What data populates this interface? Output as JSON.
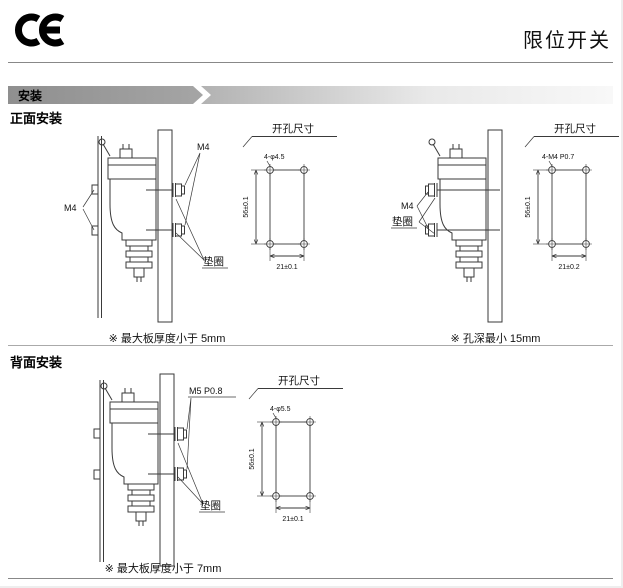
{
  "page": {
    "title": "限位开关",
    "banner": "安装",
    "logo": "CE"
  },
  "front": {
    "heading": "正面安装",
    "left": {
      "label_m4_top": "M4",
      "label_m4_left": "M4",
      "label_washer": "垫圈",
      "dim_title": "开孔尺寸",
      "dim_hole": "4-φ4.5",
      "dim_height": "56±0.1",
      "dim_width": "21±0.1",
      "note": "※ 最大板厚度小于 5mm"
    },
    "right": {
      "label_m4": "M4",
      "label_washer": "垫圈",
      "dim_title": "开孔尺寸",
      "dim_hole": "4-M4 P0.7",
      "dim_height": "56±0.1",
      "dim_width": "21±0.2",
      "note": "※ 孔深最小 15mm"
    }
  },
  "back": {
    "heading": "背面安装",
    "left": {
      "label_screw": "M5 P0.8",
      "label_washer": "垫圈",
      "dim_title": "开孔尺寸",
      "dim_hole": "4-φ5.5",
      "dim_height": "56±0.1",
      "dim_width": "21±0.1",
      "note": "※ 最大板厚度小于 7mm"
    }
  }
}
